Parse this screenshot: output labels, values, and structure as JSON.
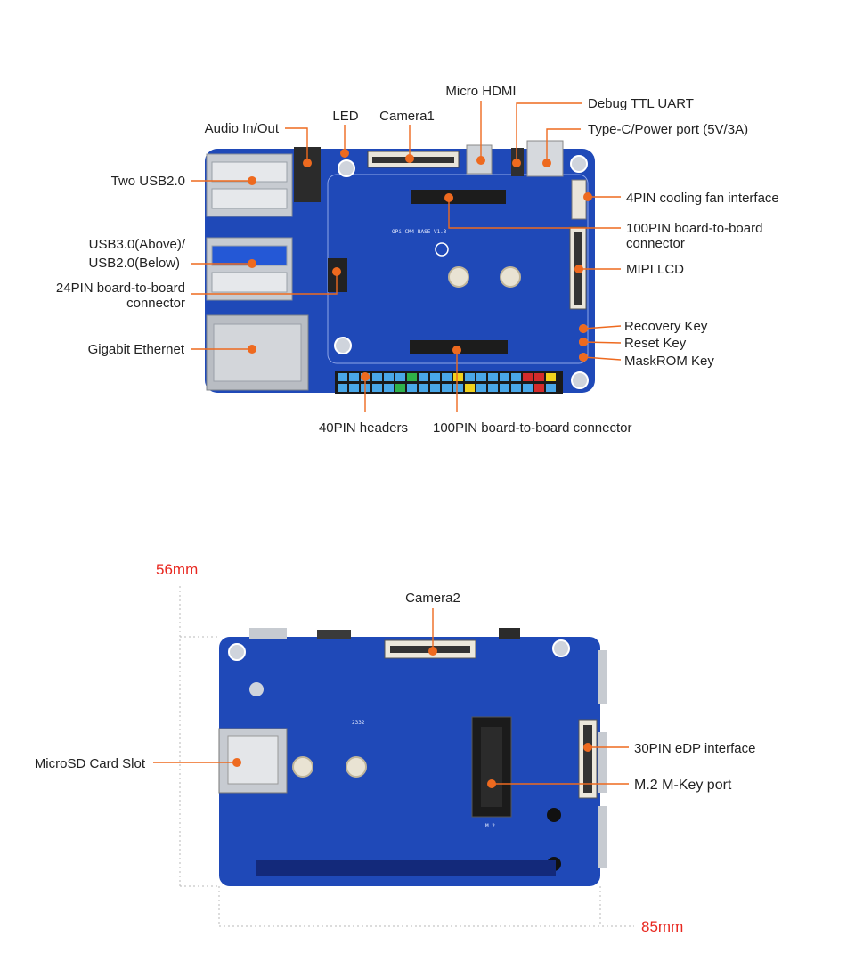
{
  "colors": {
    "leader": "#ee6a1f",
    "dot": "#ee6a1f",
    "board": "#1f49b8",
    "dimension": "#e8271f",
    "label": "#222222"
  },
  "top_view": {
    "labels": {
      "micro_hdmi": "Micro HDMI",
      "debug_uart": "Debug TTL UART",
      "led": "LED",
      "camera1": "Camera1",
      "audio": "Audio In/Out",
      "type_c": "Type-C/Power port (5V/3A)",
      "two_usb2": "Two USB2.0",
      "fan": "4PIN cooling fan interface",
      "btb100_top_1": "100PIN board-to-board",
      "btb100_top_2": "connector",
      "usb3_1": "USB3.0(Above)/",
      "usb3_2": "USB2.0(Below)",
      "mipi_lcd": "MIPI LCD",
      "btb24_1": "24PIN board-to-board",
      "btb24_2": "connector",
      "recovery": "Recovery Key",
      "reset": "Reset Key",
      "maskrom": "MaskROM Key",
      "ethernet": "Gigabit Ethernet",
      "pin40": "40PIN headers",
      "btb100_bottom": "100PIN board-to-board connector"
    }
  },
  "bottom_view": {
    "labels": {
      "camera2": "Camera2",
      "microsd": "MicroSD Card Slot",
      "edp": "30PIN eDP interface",
      "m2": "M.2 M-Key port"
    },
    "dimensions": {
      "height": "56mm",
      "width": "85mm"
    }
  }
}
